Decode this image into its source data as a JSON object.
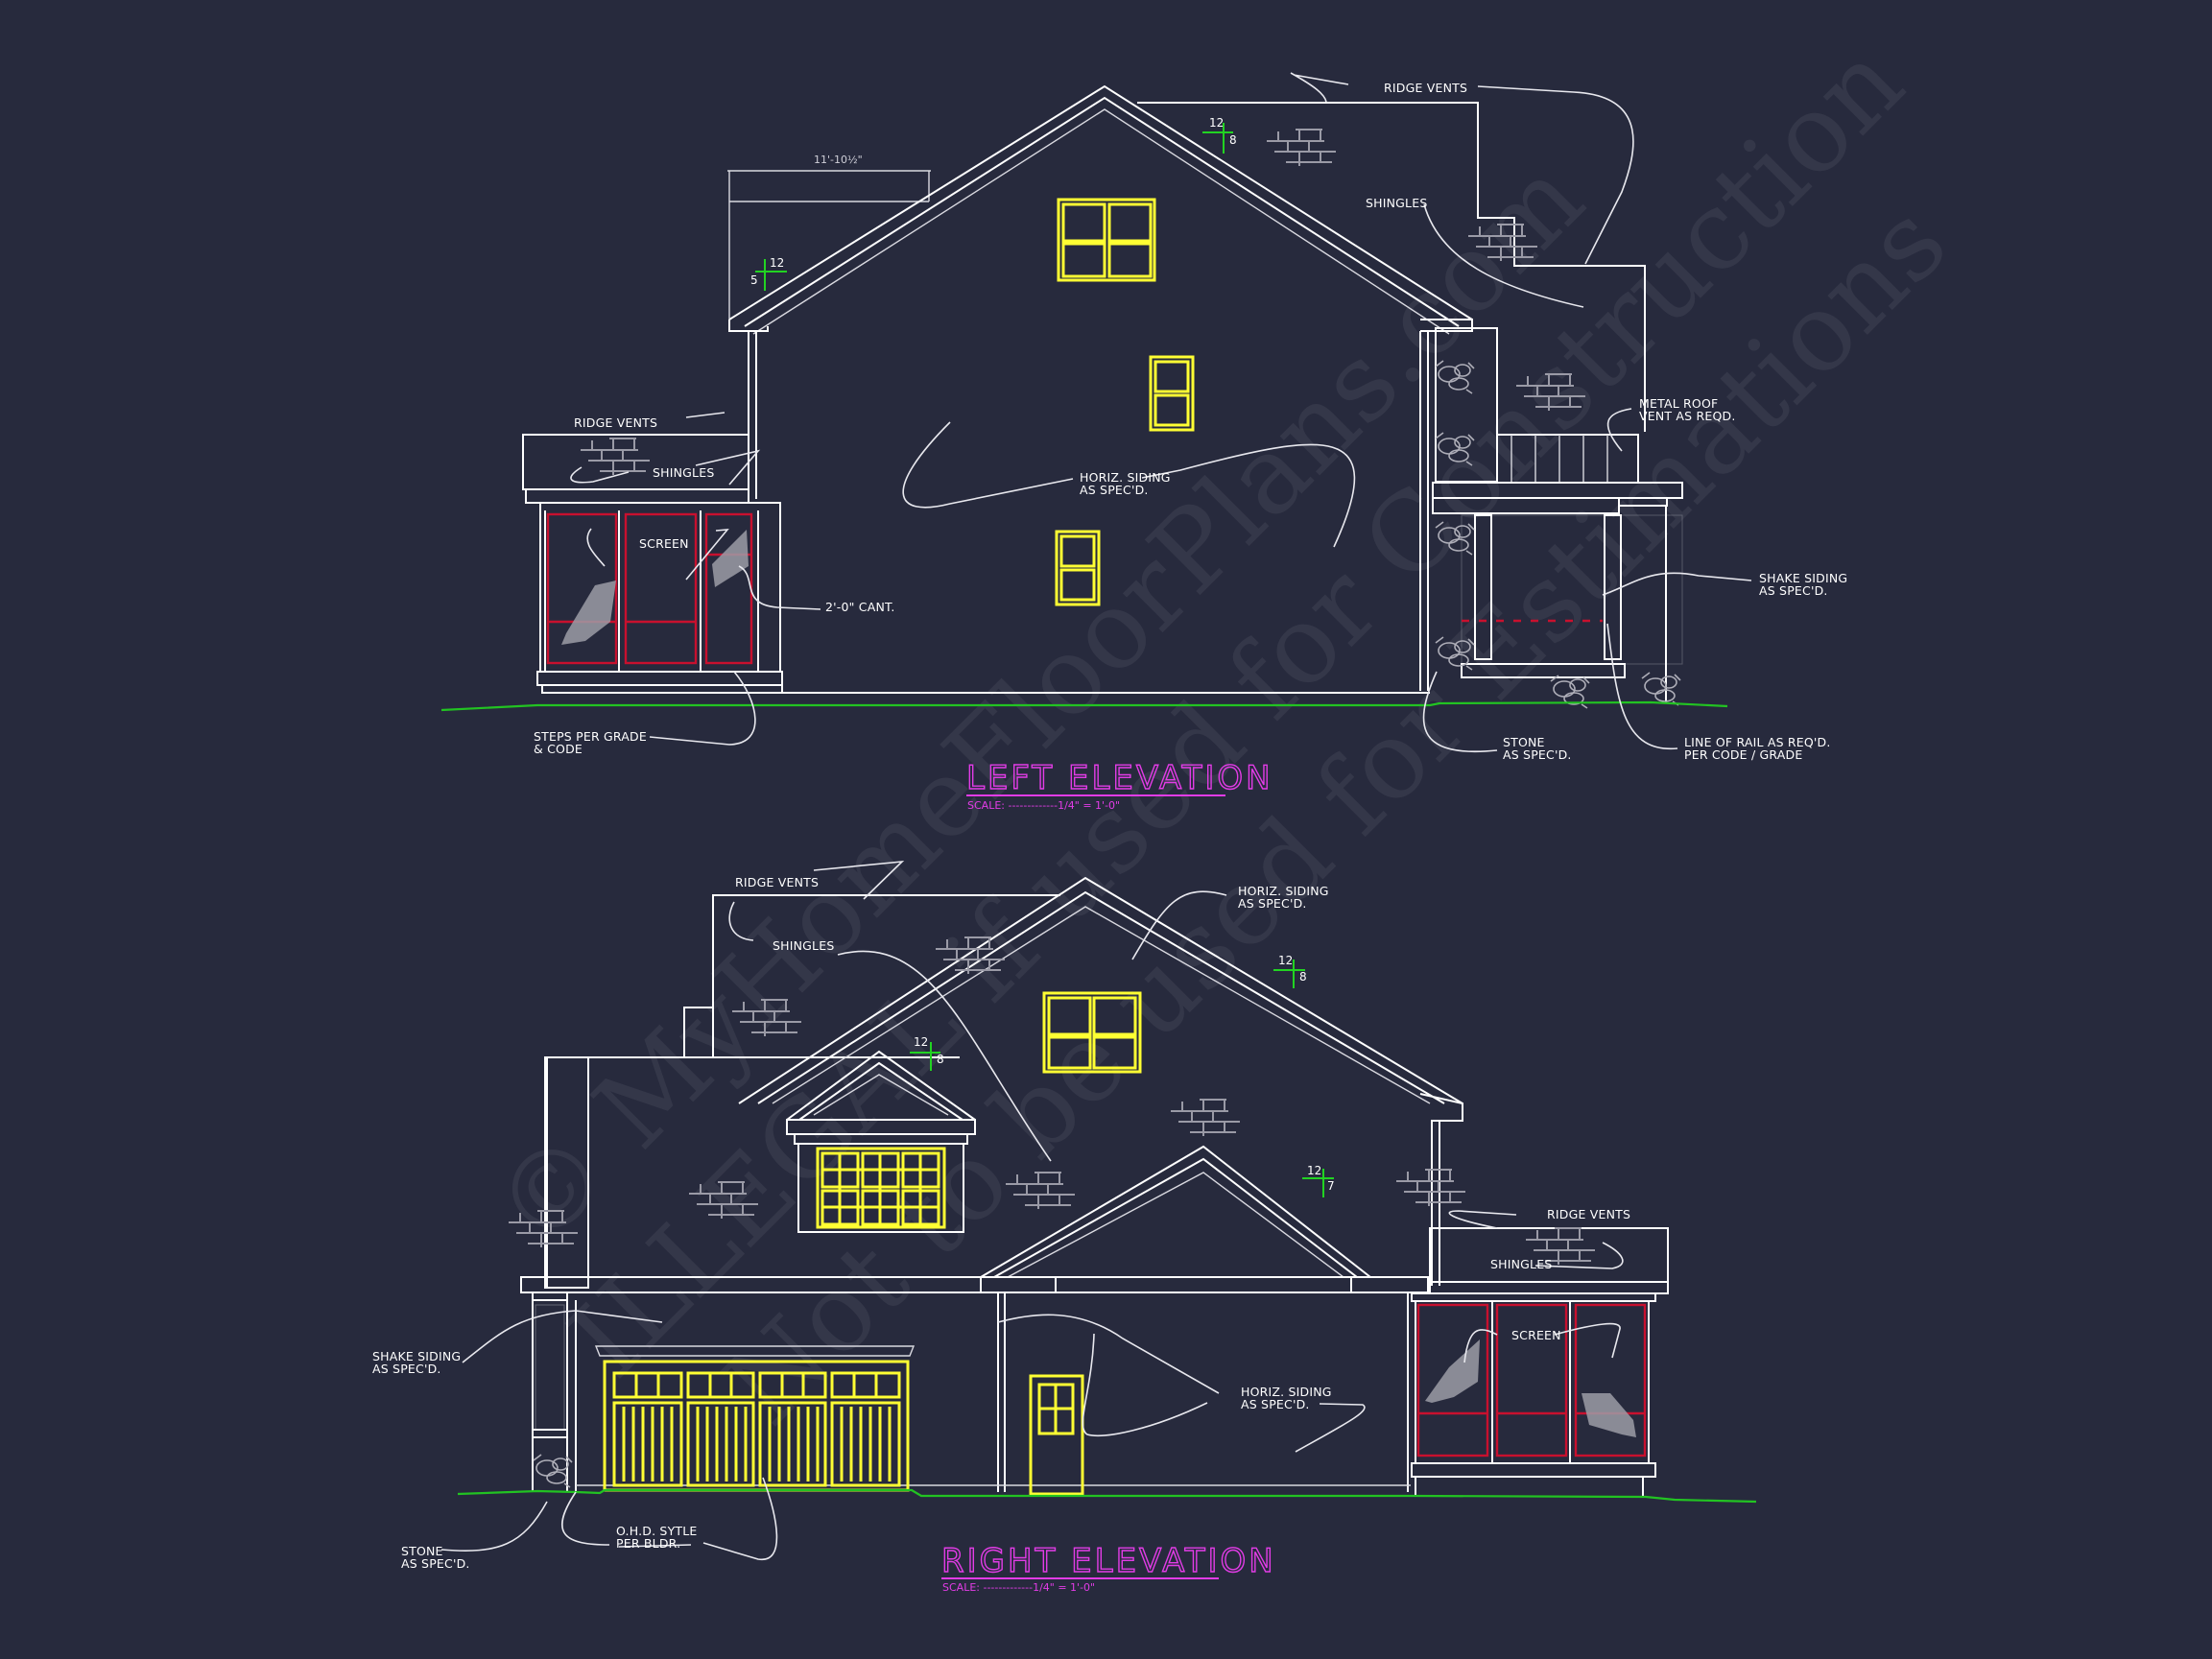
{
  "drawing": {
    "background": "#272a3d",
    "colors": {
      "linework": "#ffffff",
      "windows": "#ffff33",
      "screens": "#c8102e",
      "grade": "#22c322",
      "titles": "#e23ce6",
      "pitch_marks": "#22d322"
    }
  },
  "watermark": {
    "line1": "© MyHomeFloorPlans.com",
    "line2": "ILLEGAL if used for Construction",
    "line3": "Not to be used for Estimations"
  },
  "left_elevation": {
    "title": "LEFT ELEVATION",
    "scale": "SCALE: -------------1/4\" = 1'-0\"",
    "dimension": "11'-10½\"",
    "pitches": [
      {
        "rise": "5",
        "run": "12"
      },
      {
        "rise": "8",
        "run": "12"
      }
    ],
    "notes": {
      "ridge_vents_top": "RIDGE VENTS",
      "shingles_top": "SHINGLES",
      "ridge_vents_porch": "RIDGE VENTS",
      "shingles_porch": "SHINGLES",
      "screen": "SCREEN",
      "cant_line1": "2'-0\" CANT.",
      "horiz_line1": "HORIZ. SIDING",
      "horiz_line2": "AS SPEC'D.",
      "metal_line1": "METAL ROOF",
      "metal_line2": "VENT AS REQD.",
      "shake_line1": "SHAKE SIDING",
      "shake_line2": "AS SPEC'D.",
      "steps_line1": "STEPS PER GRADE",
      "steps_line2": "& CODE",
      "stone_line1": "STONE",
      "stone_line2": "AS SPEC'D.",
      "rail_line1": "LINE OF RAIL AS REQ'D.",
      "rail_line2": "PER CODE / GRADE"
    }
  },
  "right_elevation": {
    "title": "RIGHT ELEVATION",
    "scale": "SCALE: -------------1/4\" = 1'-0\"",
    "pitches": [
      {
        "rise": "8",
        "run": "12"
      },
      {
        "rise": "8",
        "run": "12"
      },
      {
        "rise": "7",
        "run": "12"
      }
    ],
    "notes": {
      "ridge_vents_top": "RIDGE VENTS",
      "shingles_top": "SHINGLES",
      "horiz_top_line1": "HORIZ. SIDING",
      "horiz_top_line2": "AS SPEC'D.",
      "ridge_vents_porch": "RIDGE VENTS",
      "shingles_porch": "SHINGLES",
      "screen": "SCREEN",
      "shake_line1": "SHAKE SIDING",
      "shake_line2": "AS SPEC'D.",
      "horiz_low_line1": "HORIZ. SIDING",
      "horiz_low_line2": "AS SPEC'D.",
      "stone_line1": "STONE",
      "stone_line2": "AS SPEC'D.",
      "ohd_line1": "O.H.D. SYTLE",
      "ohd_line2": "PER BLDR."
    }
  }
}
